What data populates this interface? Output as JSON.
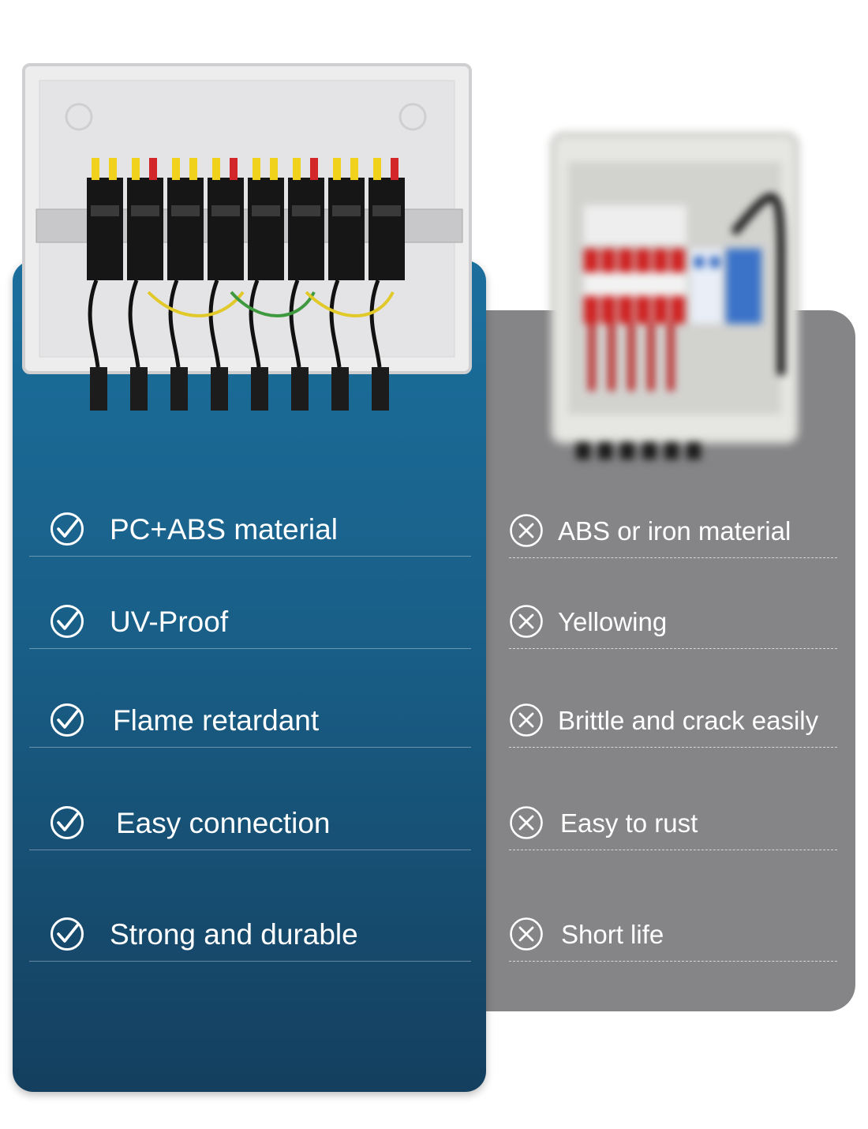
{
  "comparison": {
    "good": {
      "product_image": "solar-combiner-box-pc-abs",
      "check_icon": "check-circle-icon",
      "colors": {
        "panel_top": "#1b6f9d",
        "panel_bottom": "#143f5e",
        "text": "#ffffff"
      },
      "features": [
        {
          "label": "PC+ABS material"
        },
        {
          "label": "UV-Proof"
        },
        {
          "label": "Flame retardant"
        },
        {
          "label": "Easy connection"
        },
        {
          "label": "Strong and durable"
        }
      ]
    },
    "bad": {
      "product_image": "generic-combiner-box-blurred",
      "cross_icon": "x-circle-icon",
      "colors": {
        "panel": "#858587",
        "text": "#ffffff"
      },
      "features": [
        {
          "label": "ABS or iron material"
        },
        {
          "label": "Yellowing"
        },
        {
          "label": "Brittle and crack easily"
        },
        {
          "label": "Easy to rust"
        },
        {
          "label": "Short life"
        }
      ]
    }
  }
}
